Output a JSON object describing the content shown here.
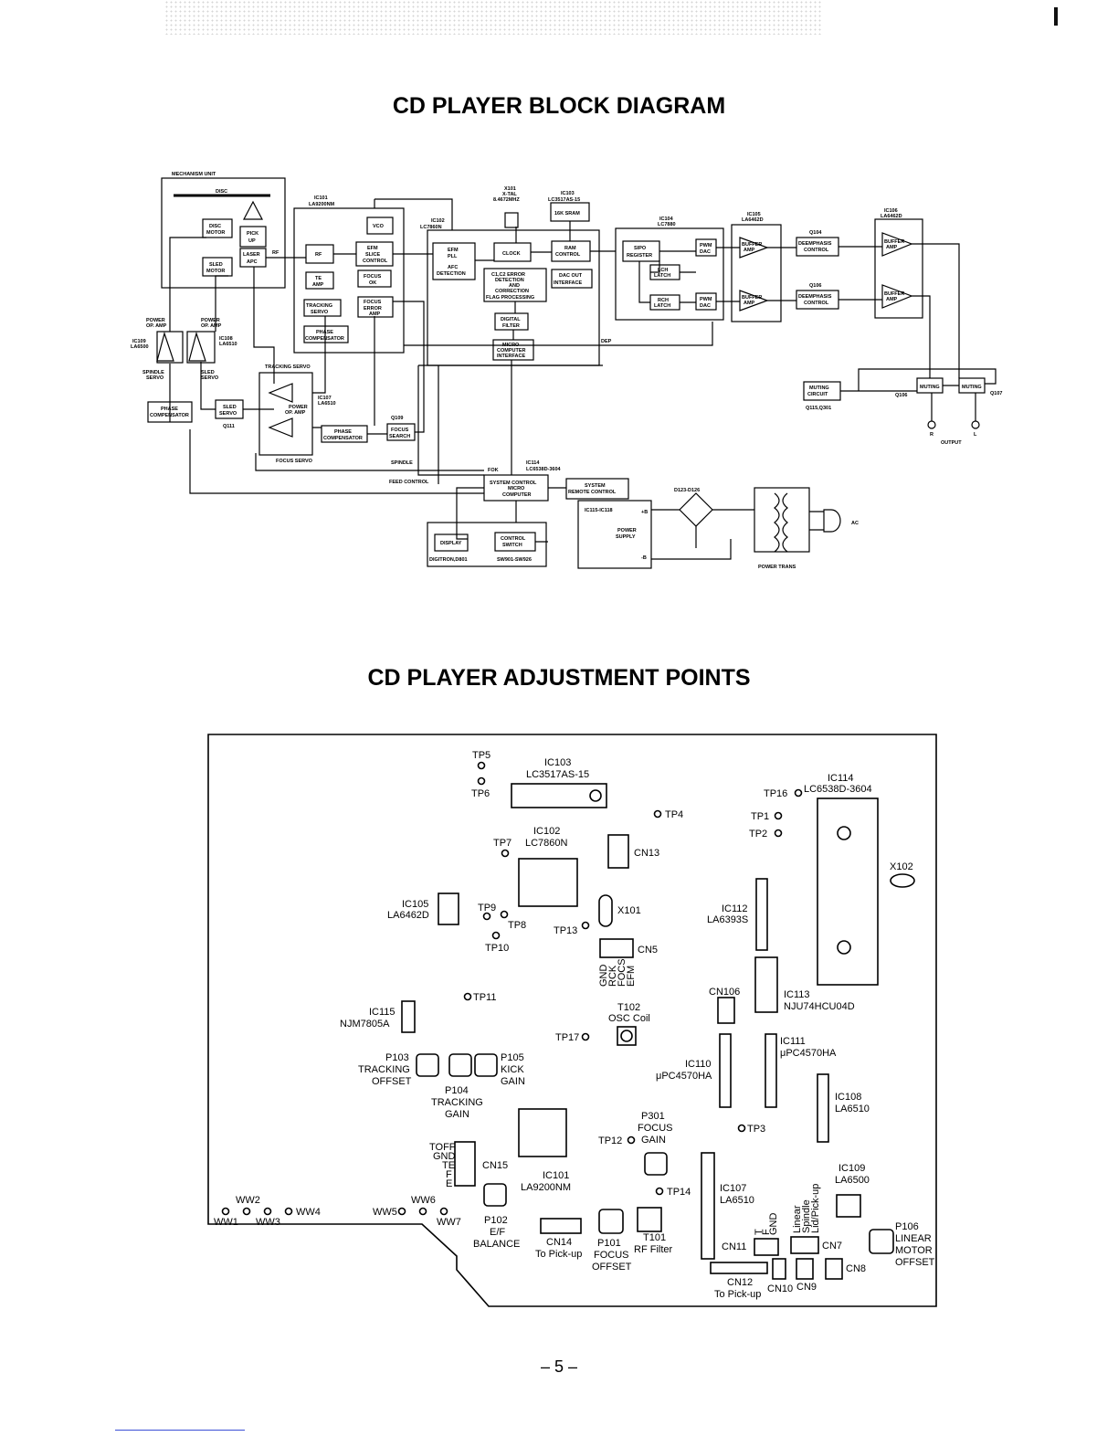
{
  "titles": {
    "block_diagram": "CD PLAYER BLOCK DIAGRAM",
    "adjustment": "CD PLAYER ADJUSTMENT POINTS"
  },
  "page_number": "– 5 –",
  "block_diagram": {
    "mechanism_unit": "MECHANISM UNIT",
    "disc": "DISC",
    "disc_motor": [
      "DISC",
      "MOTOR"
    ],
    "sled_motor": [
      "SLED",
      "MOTOR"
    ],
    "pick_up": [
      "PICK",
      "UP"
    ],
    "laser_apc": [
      "LASER",
      "APC"
    ],
    "rf_label": "RF",
    "ic101": [
      "IC101",
      "LA9200NM"
    ],
    "vco": "VCO",
    "rf": "RF",
    "efm_slice": [
      "EFM",
      "SLICE",
      "CONTROL"
    ],
    "te_amp": [
      "TE",
      "AMP"
    ],
    "focus_ok": [
      "FOCUS",
      "OK"
    ],
    "tracking_servo": [
      "TRACKING",
      "SERVO"
    ],
    "focus_error_amp": [
      "FOCUS",
      "ERROR",
      "AMP"
    ],
    "phase_comp": [
      "PHASE",
      "COMPENSATOR"
    ],
    "x101": [
      "X101",
      "X-TAL",
      "8.4672MHZ"
    ],
    "ic103": [
      "IC103",
      "LC3517AS-15"
    ],
    "ram_16k": "16K SRAM",
    "ic102": [
      "IC102",
      "LC7860N"
    ],
    "efm_pll": [
      "EFM",
      "PLL"
    ],
    "afc": [
      "AFC",
      "DETECTION"
    ],
    "clock": "CLOCK",
    "ram_control": [
      "RAM",
      "CONTROL"
    ],
    "c1c2": [
      "C1,C2 ERROR",
      "DETECTION",
      "AND",
      "CORRECTION",
      "FLAG PROCESSING"
    ],
    "dac_out": [
      "DAC OUT",
      "INTERFACE"
    ],
    "digital_filter": [
      "DIGITAL",
      "FILTER"
    ],
    "micro_if": [
      "MICRO",
      "COMPUTER",
      "INTERFACE"
    ],
    "ic104": [
      "IC104",
      "LC7880"
    ],
    "sipo": [
      "SIPO",
      "REGISTER"
    ],
    "lch_latch": [
      "LCH",
      "LATCH"
    ],
    "rch_latch": [
      "RCH",
      "LATCH"
    ],
    "pwm_dac": [
      "PWM",
      "DAC"
    ],
    "ic105": [
      "IC105",
      "LA6462D"
    ],
    "ic106": [
      "IC106",
      "LA6462D"
    ],
    "buffer_amp": [
      "BUFFER",
      "AMP"
    ],
    "q104": "Q104",
    "q106": "Q106",
    "deemph": [
      "DEEMPHASIS",
      "CONTROL"
    ],
    "dep": "DEP",
    "power_op_amp": [
      "POWER",
      "OP. AMP"
    ],
    "ic109": [
      "IC109",
      "LA6500"
    ],
    "ic108": [
      "IC108",
      "LA6510"
    ],
    "spindle_servo": [
      "SPINDLE",
      "SERVO"
    ],
    "sled_servo_lbl": [
      "SLED",
      "SERVO"
    ],
    "phase_comp2": [
      "PHASE",
      "COMPENSATOR"
    ],
    "sled_servo": [
      "SLED",
      "SERVO"
    ],
    "q111": "Q111",
    "tracking_servo_lbl": "TRACKING SERVO",
    "ic107": [
      "IC107",
      "LA6510"
    ],
    "power_op_amp2": [
      "POWER",
      "OP. AMP"
    ],
    "q109": "Q109",
    "phase_comp3": [
      "PHASE",
      "COMPENSATOR"
    ],
    "focus_search": [
      "FOCUS",
      "SEARCH"
    ],
    "focus_servo_lbl": "FOCUS SERVO",
    "spindle_lbl": "SPINDLE",
    "muting_circuit": [
      "MUTING",
      "CIRCUIT"
    ],
    "q106b": "Q106",
    "q115": "Q115,Q301",
    "muting": "MUTING",
    "q107": "Q107",
    "output": "OUTPUT",
    "r": "R",
    "l": "L",
    "fok": "FOK",
    "ic114": [
      "IC114",
      "LC6538D-3604"
    ],
    "feed_control": "FEED CONTROL",
    "system_control": [
      "SYSTEM CONTROL",
      "MICRO",
      "COMPUTER"
    ],
    "remote": [
      "SYSTEM",
      "REMOTE CONTROL"
    ],
    "display": "DISPLAY",
    "digitron": "DIGITRON,D801",
    "control_switch": [
      "CONTROL",
      "SWITCH"
    ],
    "switches": "SW901-SW926",
    "ic115": "IC115-IC118",
    "power_supply": [
      "POWER",
      "SUPPLY"
    ],
    "plus_b": "+B",
    "minus_b": "-B",
    "d123": "D123-D126",
    "ac": "AC",
    "power_trans": "POWER TRANS"
  },
  "pcb": {
    "labels": [
      "TP5",
      "TP6",
      "IC103",
      "LC3517AS-15",
      "TP4",
      "IC114",
      "TP16",
      "LC6538D-3604",
      "TP1",
      "TP2",
      "IC102",
      "TP7",
      "LC7860N",
      "CN13",
      "X102",
      "IC105",
      "LA6462D",
      "TP9",
      "TP8",
      "TP13",
      "X101",
      "IC112",
      "LA6393S",
      "TP10",
      "CN5",
      "GND",
      "RCK",
      "FOCS",
      "EFM",
      "CN106",
      "IC113",
      "NJU74HCU04D",
      "TP11",
      "IC115",
      "NJM7805A",
      "T102",
      "OSC Coil",
      "TP17",
      "IC111",
      "μPC4570HA",
      "P103",
      "TRACKING",
      "OFFSET",
      "P105",
      "KICK",
      "GAIN",
      "IC110",
      "μPC4570HA",
      "P104",
      "TRACKING",
      "GAIN",
      "IC108",
      "LA6510",
      "P301",
      "FOCUS",
      "GAIN",
      "TP3",
      "TP12",
      "TOFF",
      "GND",
      "TE",
      "F",
      "E",
      "CN15",
      "IC101",
      "LA9200NM",
      "IC109",
      "LA6500",
      "TP14",
      "IC107",
      "LA6510",
      "WW2",
      "WW6",
      "WW1",
      "WW3",
      "WW4",
      "WW5",
      "WW7",
      "P102",
      "E/F",
      "BALANCE",
      "CN14",
      "To Pick-up",
      "P101",
      "FOCUS",
      "OFFSET",
      "T101",
      "RF Filter",
      "T",
      "F",
      "GND",
      "Linear",
      "Spindle",
      "Lid/Pick-up",
      "CN11",
      "CN7",
      "P106",
      "LINEAR",
      "MOTOR",
      "OFFSET",
      "CN12",
      "To Pick-up",
      "CN10",
      "CN9",
      "CN8"
    ]
  }
}
